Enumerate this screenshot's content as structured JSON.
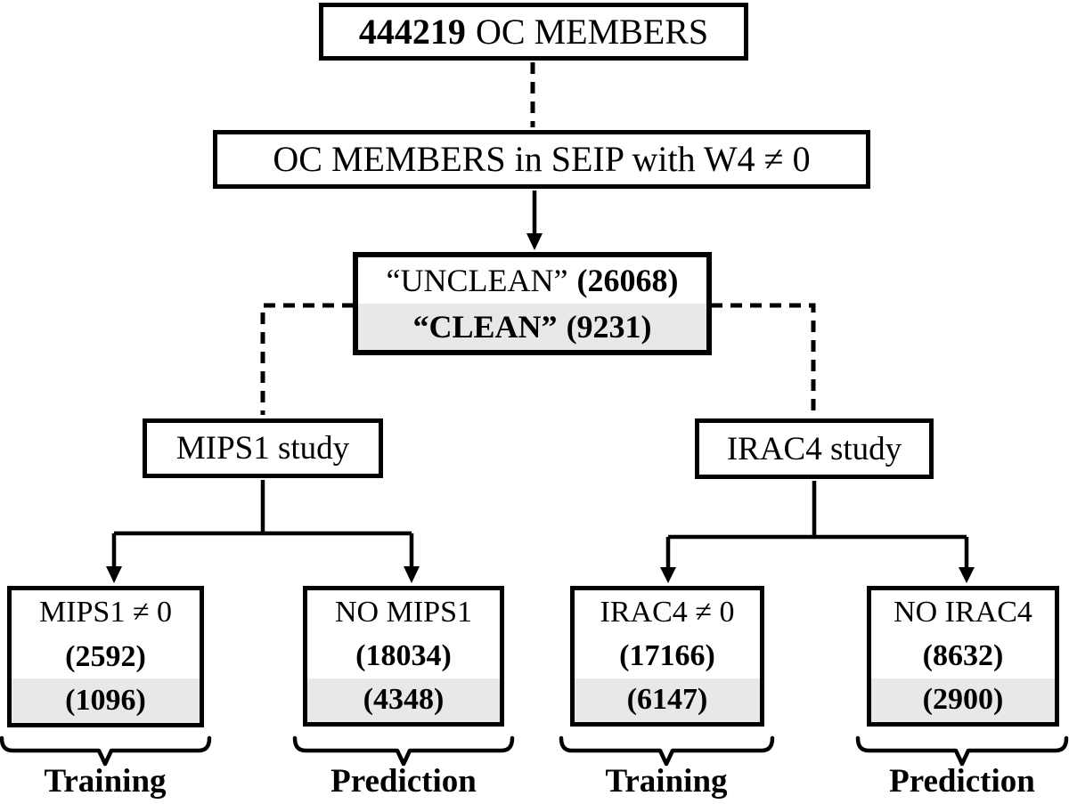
{
  "colors": {
    "line": "#000000",
    "shaded_row": "#e8e8e8",
    "background": "#ffffff"
  },
  "root_box": {
    "count": "444219",
    "label": "OC MEMBERS"
  },
  "seip_box": {
    "label": "OC MEMBERS in SEIP with W4 ≠ 0"
  },
  "clean_box": {
    "unclean_label": "“UNCLEAN”",
    "unclean_count": "(26068)",
    "clean_label": "“CLEAN”",
    "clean_count": "(9231)"
  },
  "mips1_study": {
    "label": "MIPS1 study"
  },
  "irac4_study": {
    "label": "IRAC4 study"
  },
  "leaf_boxes": [
    {
      "label": "MIPS1 ≠ 0",
      "unclean_count": "(2592)",
      "clean_count": "(1096)",
      "role": "Training"
    },
    {
      "label": "NO MIPS1",
      "unclean_count": "(18034)",
      "clean_count": "(4348)",
      "role": "Prediction"
    },
    {
      "label": "IRAC4 ≠ 0",
      "unclean_count": "(17166)",
      "clean_count": "(6147)",
      "role": "Training"
    },
    {
      "label": "NO IRAC4",
      "unclean_count": "(8632)",
      "clean_count": "(2900)",
      "role": "Prediction"
    }
  ]
}
